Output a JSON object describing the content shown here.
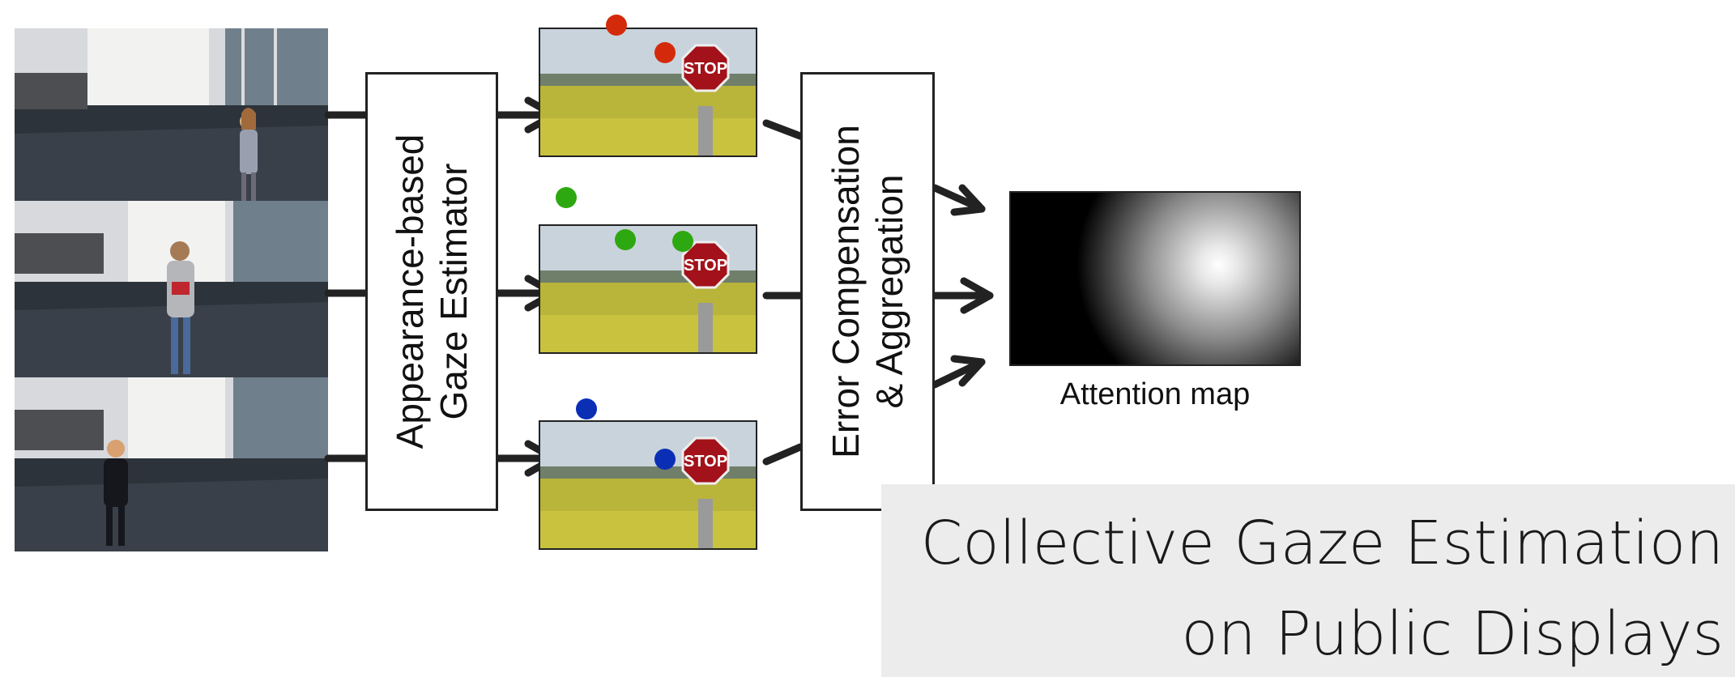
{
  "diagram": {
    "estimator_box": {
      "line1": "Appearance-based",
      "line2": "Gaze Estimator"
    },
    "aggregation_box": {
      "line1": "Error Compensation",
      "line2": "& Aggregation"
    },
    "output_caption": "Attention map",
    "stop_sign_text": "STOP",
    "gaze_dot_colors": {
      "red": "#d42a0c",
      "green": "#2ea810",
      "blue": "#0a2fb5"
    }
  },
  "title": {
    "line1": "Collective Gaze Estimation",
    "line2": "on Public Displays"
  }
}
